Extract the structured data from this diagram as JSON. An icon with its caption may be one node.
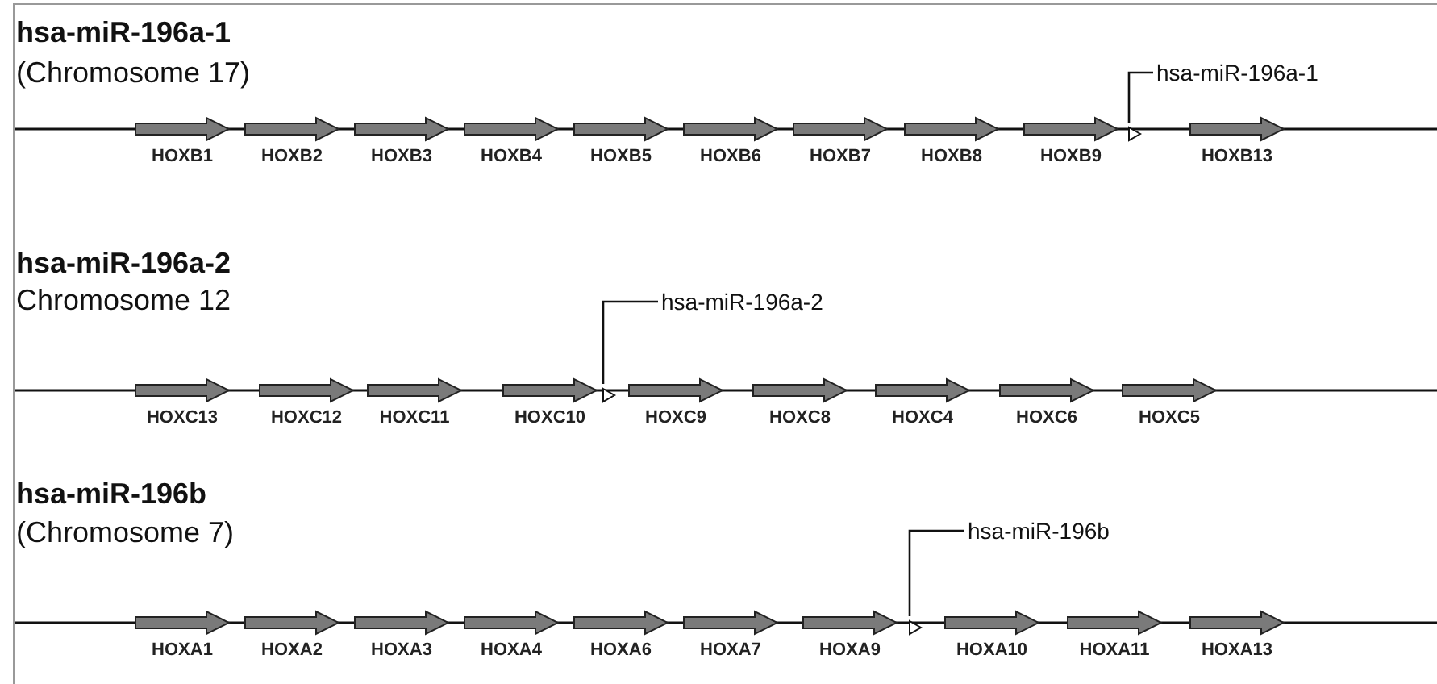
{
  "diagram": {
    "nodes": [
      {
        "text": [
          "hsa-miR-196a-1"
        ]
      },
      {
        "text": [
          "HOXB1"
        ]
      },
      {
        "text": [
          "HOXB2"
        ]
      },
      {
        "text": [
          "HOXB3"
        ]
      },
      {
        "text": [
          "HOXB4"
        ]
      },
      {
        "text": [
          "HOXB5"
        ]
      },
      {
        "text": [
          "HOXB6"
        ]
      },
      {
        "text": [
          "HOXB7"
        ]
      },
      {
        "text": [
          "HOXB8"
        ]
      },
      {
        "text": [
          "HOXB9"
        ]
      },
      {
        "text": [],
        "shape": "triangle"
      },
      {
        "text": [
          "HOXB13"
        ]
      },
      {
        "text": [
          "hsa-miR-196a-2"
        ]
      },
      {
        "text": [
          "HOXC13"
        ]
      },
      {
        "text": [
          "HOXC12"
        ]
      },
      {
        "text": [
          "HOXC11"
        ]
      },
      {
        "text": [
          "HOXC10"
        ]
      },
      {
        "text": [],
        "shape": "triangle"
      },
      {
        "text": [
          "HOXC9"
        ]
      },
      {
        "text": [
          "HOXC8"
        ]
      },
      {
        "text": [
          "HOXC4"
        ]
      },
      {
        "text": [
          "HOXC6"
        ]
      },
      {
        "text": [
          "HOXC5"
        ]
      },
      {
        "text": [
          "hsa-miR-196b"
        ]
      },
      {
        "text": [
          "HOXA1"
        ]
      },
      {
        "text": [
          "HOXA2"
        ]
      },
      {
        "text": [
          "HOXA3"
        ]
      },
      {
        "text": [
          "HOXA4"
        ]
      },
      {
        "text": [
          "HOXA6"
        ]
      },
      {
        "text": [
          "HOXA7"
        ]
      },
      {
        "text": [
          "HOXA9"
        ]
      },
      {
        "text": [],
        "shape": "triangle"
      },
      {
        "text": [
          "HOXA10"
        ]
      },
      {
        "text": [
          "HOXA11"
        ]
      },
      {
        "text": [
          "HOXA13"
        ]
      }
    ],
    "edges": [
      {
        "from": 0,
        "to": 10,
        "arrow": "none"
      },
      {
        "from": 12,
        "to": 17,
        "arrow": "none"
      },
      {
        "from": 23,
        "to": 31,
        "arrow": "none"
      }
    ],
    "labels": [
      "hsa-miR-196a-1",
      "(Chromosome 17)",
      "hsa-miR-196a-2",
      "Chromosome 12",
      "hsa-miR-196b",
      "(Chromosome 7)"
    ]
  }
}
